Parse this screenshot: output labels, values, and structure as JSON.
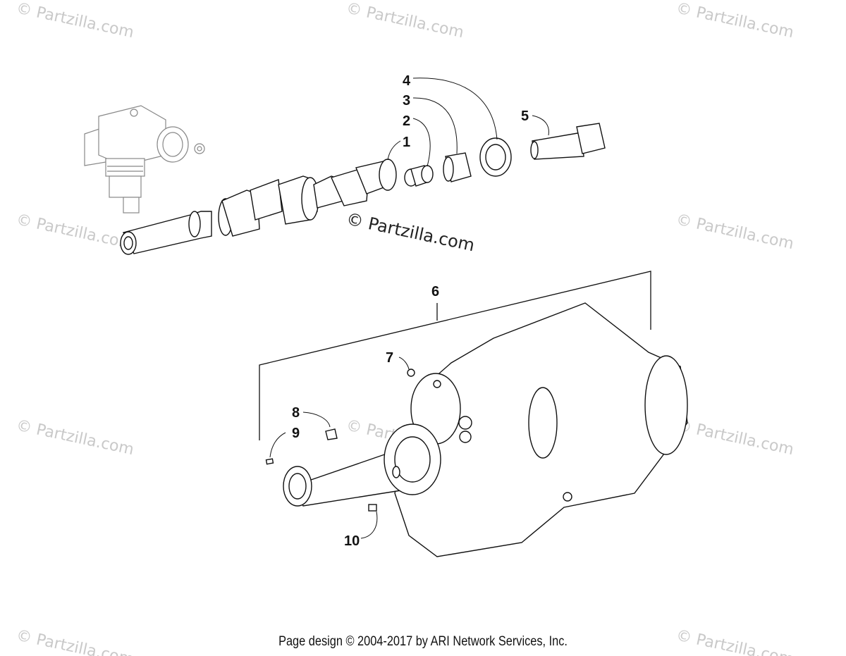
{
  "watermark": "© Partzilla.com",
  "callouts": [
    "1",
    "2",
    "3",
    "4",
    "5",
    "6",
    "7",
    "8",
    "9",
    "10"
  ],
  "footer": "Page design © 2004-2017 by ARI Network Services, Inc."
}
